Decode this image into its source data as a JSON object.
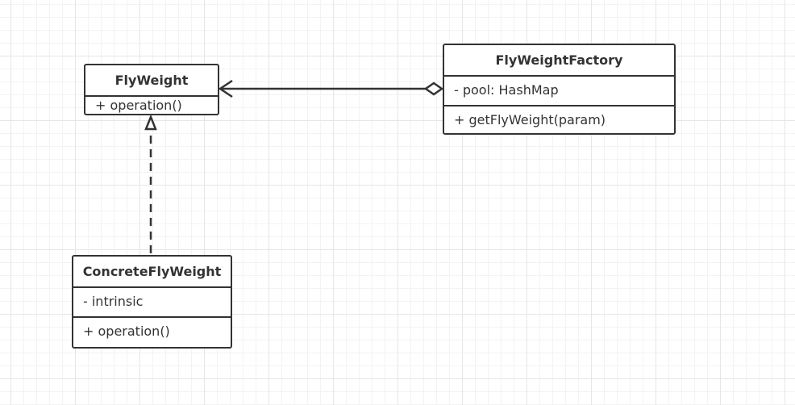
{
  "diagram": {
    "classes": {
      "flyweight": {
        "name": "FlyWeight",
        "operations": [
          "+ operation()"
        ]
      },
      "factory": {
        "name": "FlyWeightFactory",
        "attributes": [
          "- pool: HashMap"
        ],
        "operations": [
          "+ getFlyWeight(param)"
        ]
      },
      "concrete": {
        "name": "ConcreteFlyWeight",
        "attributes": [
          "- intrinsic"
        ],
        "operations": [
          "+ operation()"
        ]
      }
    },
    "relations": [
      {
        "type": "aggregation",
        "from": "FlyWeightFactory",
        "to": "FlyWeight"
      },
      {
        "type": "realization",
        "from": "ConcreteFlyWeight",
        "to": "FlyWeight"
      }
    ],
    "colors": {
      "stroke": "#333333",
      "grid": "#e6e6e6",
      "background": "#ffffff"
    }
  }
}
